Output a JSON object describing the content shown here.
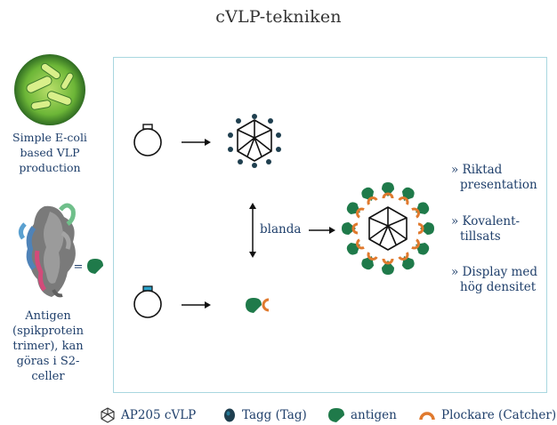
{
  "title": "cVLP-tekniken",
  "left_panel": {
    "ecoli_caption": "Simple E-coli based VLP production",
    "equals": "=",
    "antigen_caption": "Antigen (spikprotein trimer), kan göras i S2-celler"
  },
  "center": {
    "mix_label": "blanda"
  },
  "bullets": [
    "» Riktad presentation",
    "» Kovalent-tillsats",
    "» Display med hög densitet"
  ],
  "legend": [
    {
      "icon": "vlp-icon",
      "label": "AP205 cVLP"
    },
    {
      "icon": "tag-icon",
      "label": "Tagg (Tag)"
    },
    {
      "icon": "antigen-icon",
      "label": "antigen"
    },
    {
      "icon": "catcher-icon",
      "label": "Plockare (Catcher)"
    }
  ],
  "colors": {
    "antigen": "#1f7a4a",
    "catcher": "#e07a2e",
    "tag_blue": "#2aa1c9",
    "frame": "#a9d7e0",
    "text": "#1f3f6b"
  }
}
